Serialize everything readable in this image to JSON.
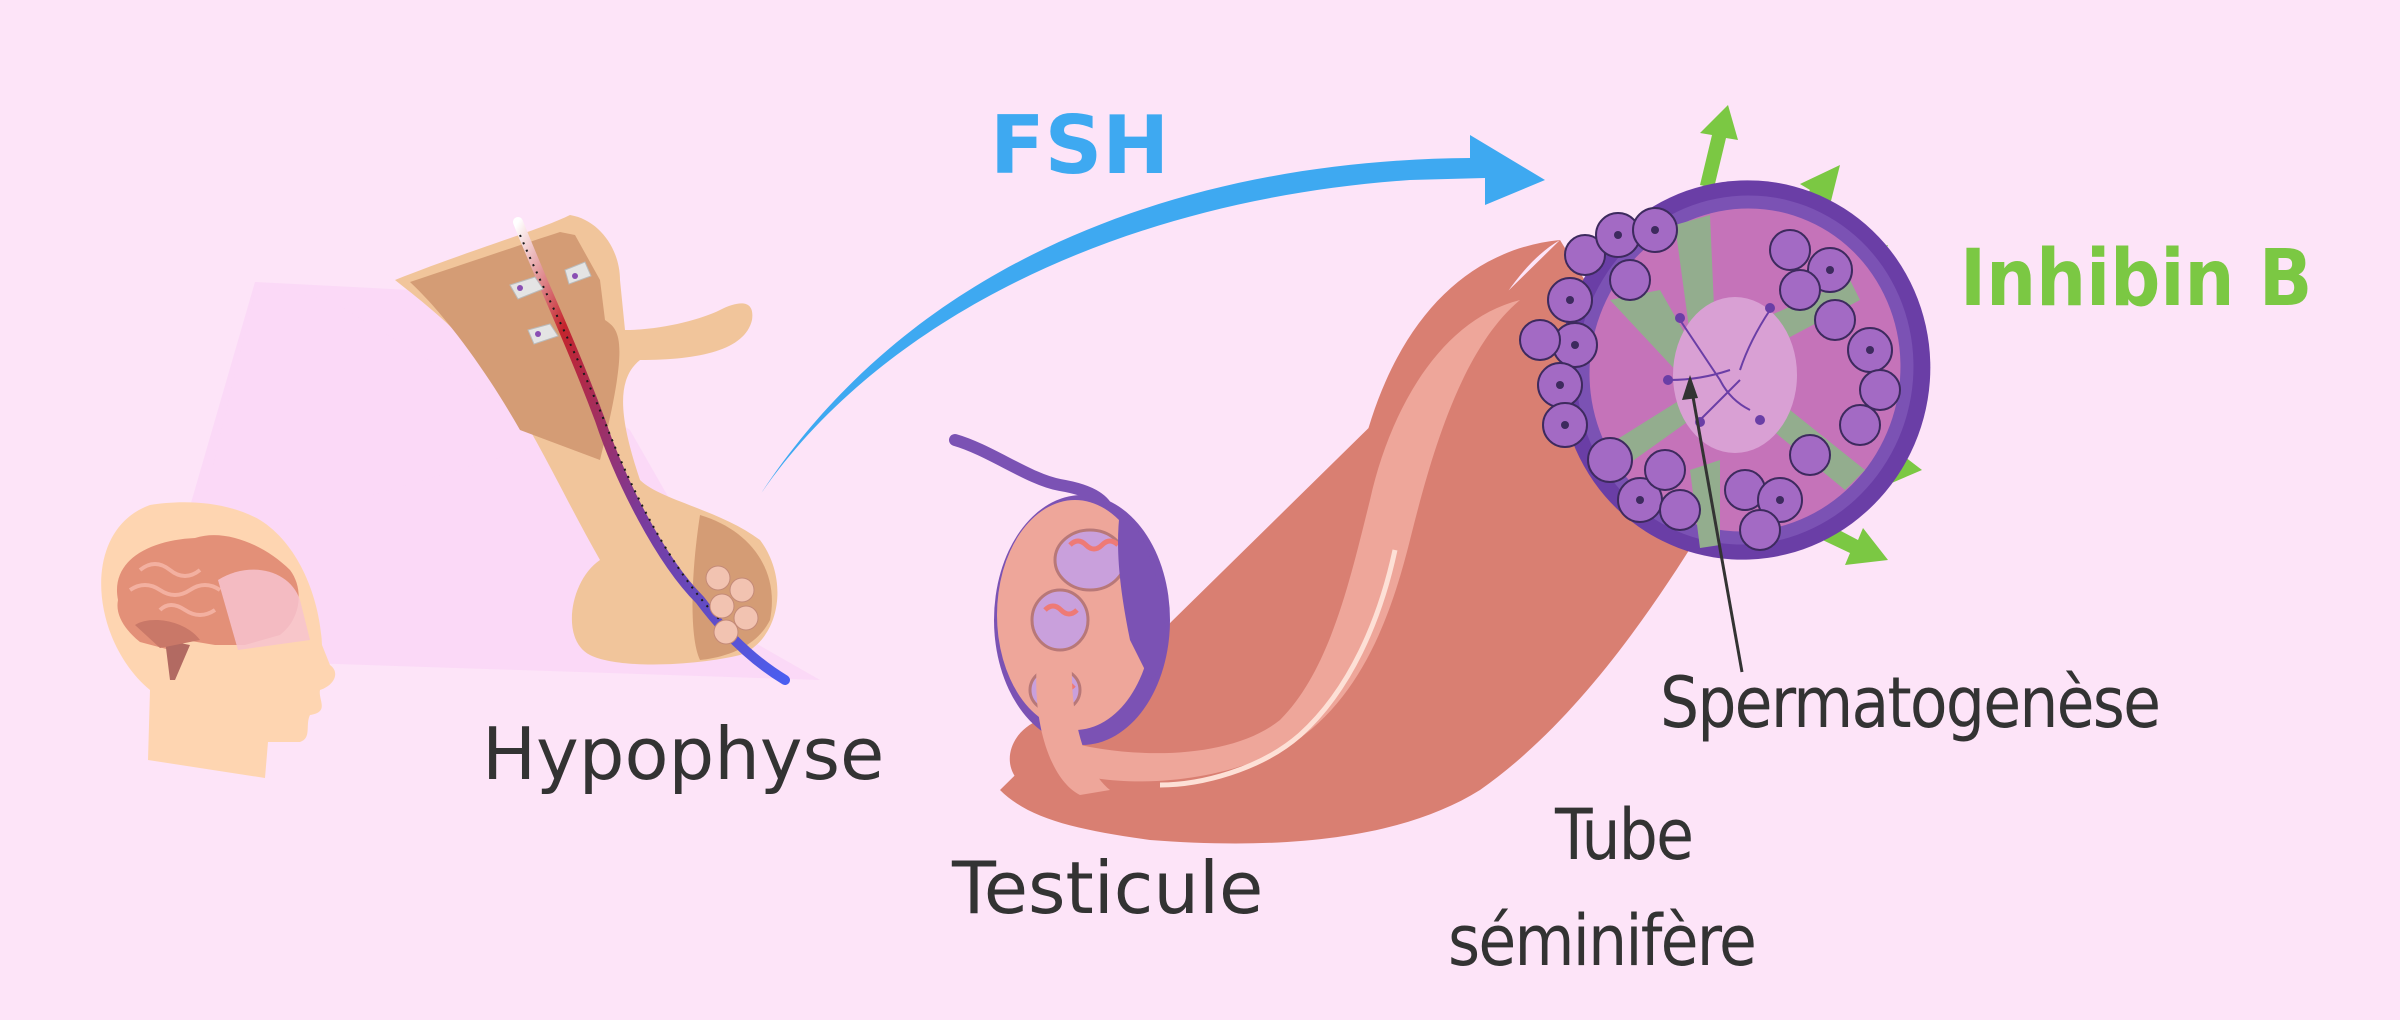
{
  "diagram": {
    "type": "hormonal-pathway",
    "language": "fr",
    "labels": {
      "pituitary": "Hypophyse",
      "testicle": "Testicule",
      "tubule_line1": "Tube",
      "tubule_line2": "séminifère",
      "spermatogenesis": "Spermatogenèse"
    },
    "hormones": {
      "fsh": "FSH",
      "inhibin": "Inhibin B"
    },
    "icons": [
      "head-brain-icon",
      "pituitary-gland-icon",
      "testicle-icon",
      "seminiferous-tubule-icon",
      "fsh-arrow-icon",
      "inhibin-arrow-icon"
    ],
    "colors": {
      "background": "#fde4f8",
      "fsh": "#3ea9f1",
      "inhibin": "#7bc843",
      "text": "#333333",
      "tubule_wall": "#7b52b4",
      "tube_flesh": "#d97f72"
    },
    "relations": [
      {
        "from": "Hypophyse",
        "to": "Tube séminifère",
        "via": "FSH"
      },
      {
        "from": "Tube séminifère",
        "to": "outward",
        "via": "Inhibin B"
      }
    ]
  }
}
